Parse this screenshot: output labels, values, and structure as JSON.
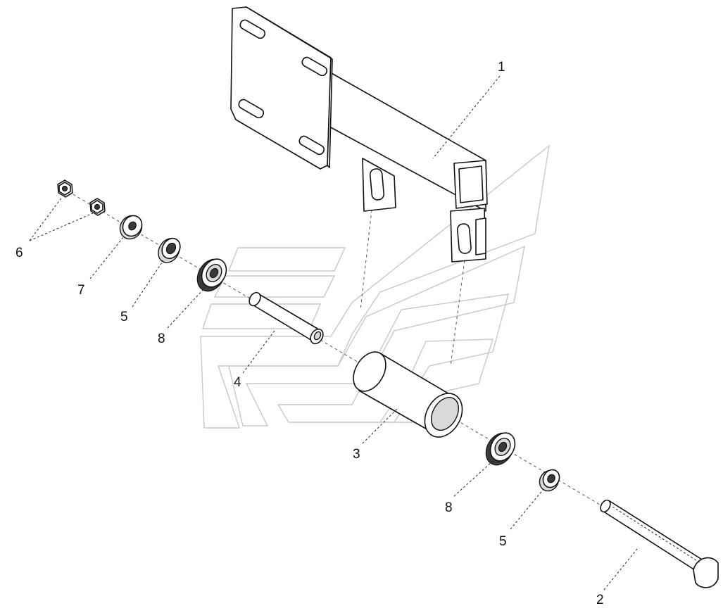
{
  "callouts": {
    "c1": "1",
    "c2": "2",
    "c3": "3",
    "c4": "4",
    "c5a": "5",
    "c5b": "5",
    "c6": "6",
    "c7": "7",
    "c8a": "8",
    "c8b": "8"
  },
  "colors": {
    "line": "#111111",
    "background": "#ffffff",
    "watermark": "#c8c8c8"
  }
}
